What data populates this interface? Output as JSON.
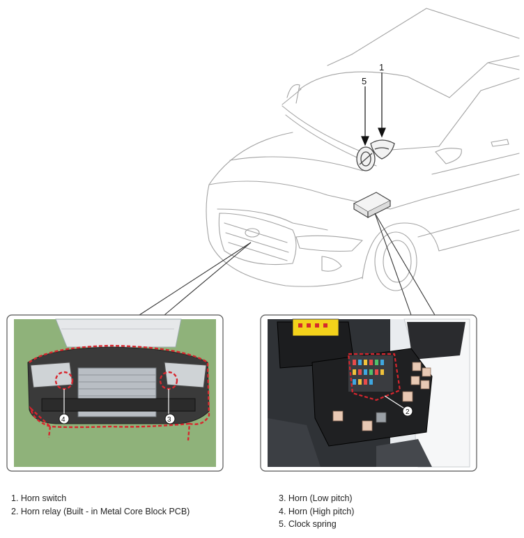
{
  "callouts": {
    "c1": "1",
    "c2": "2",
    "c3": "3",
    "c4": "4",
    "c5": "5"
  },
  "legend": {
    "left": [
      "1. Horn switch",
      "2. Horn relay (Built - in Metal Core Block PCB)"
    ],
    "right": [
      "3. Horn (Low pitch)",
      "4. Horn (High pitch)",
      "5. Clock spring"
    ]
  },
  "colors": {
    "outline": "#9a9a9a",
    "highlight": "#d7262e",
    "photo_bg_left": "#8fb27a",
    "photo_bg_right": "#e9ecef"
  }
}
